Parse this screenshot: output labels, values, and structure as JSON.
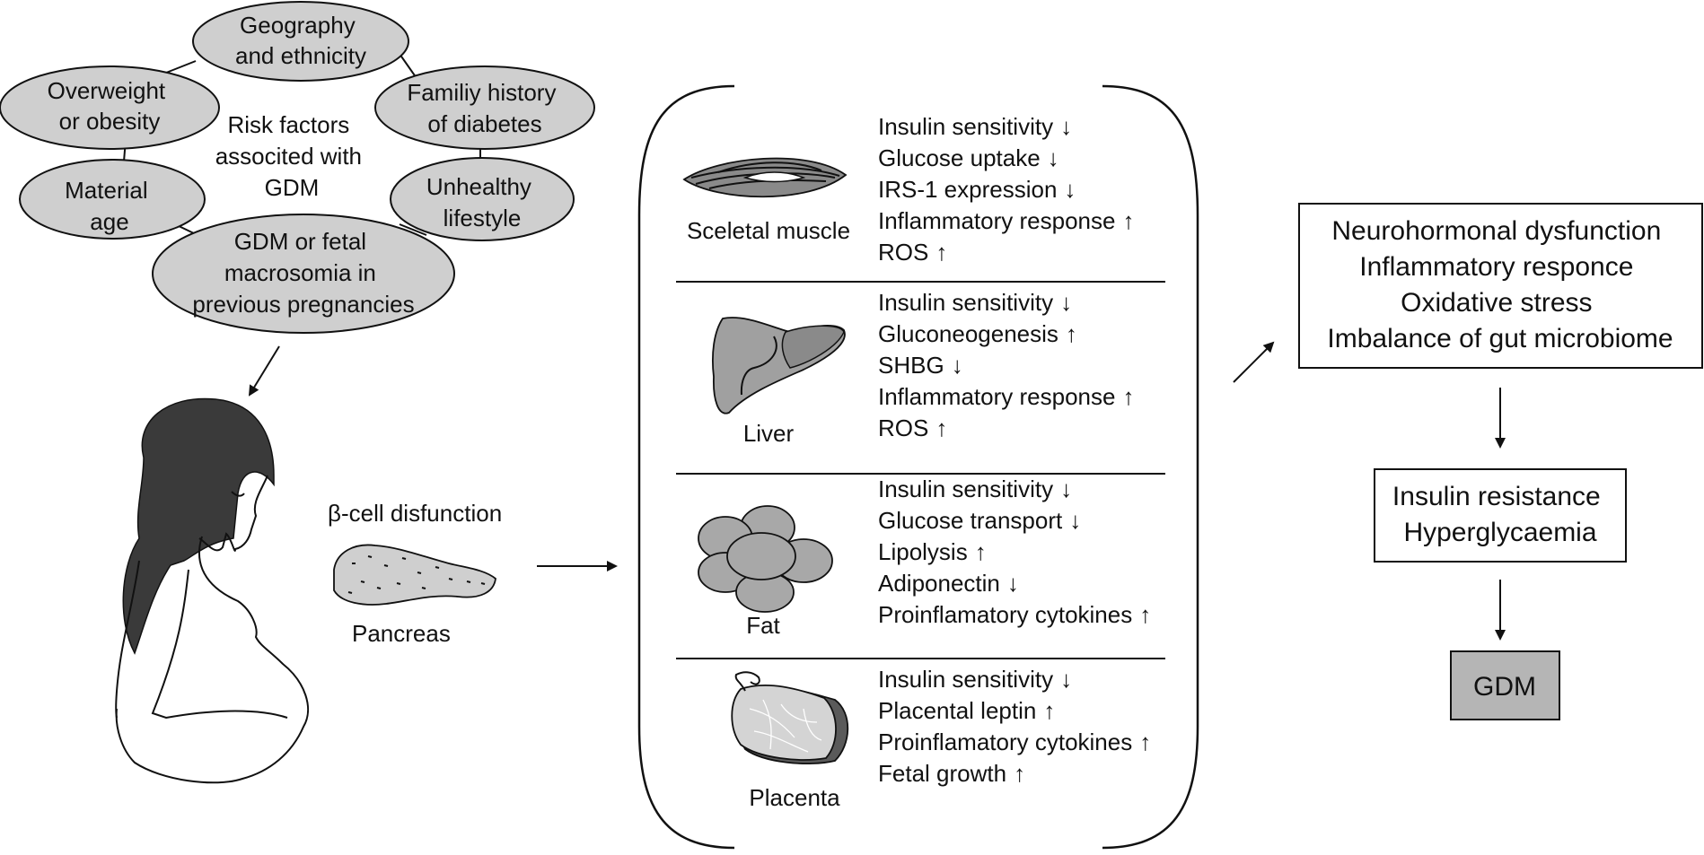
{
  "risk_factors": {
    "center_lines": [
      "Risk factors",
      "associted with",
      "GDM"
    ],
    "geography": [
      "Geography",
      "and ethnicity"
    ],
    "overweight": [
      "Overweight",
      "or obesity"
    ],
    "family": [
      "Familiy history",
      "of diabetes"
    ],
    "material_age": [
      "Material",
      "age"
    ],
    "lifestyle": [
      "Unhealthy",
      "lifestyle"
    ],
    "previous": [
      "GDM or fetal",
      "macrosomia in",
      "previous pregnancies"
    ]
  },
  "pancreas": {
    "title": "β-cell disfunction",
    "label": "Pancreas"
  },
  "organs": [
    {
      "name": "Sceletal muscle",
      "effects": [
        {
          "text": "Insulin sensitivity",
          "arrow": "↓"
        },
        {
          "text": "Glucose uptake",
          "arrow": "↓"
        },
        {
          "text": "IRS-1 expression",
          "arrow": "↓"
        },
        {
          "text": "Inflammatory response",
          "arrow": "↑"
        },
        {
          "text": "ROS",
          "arrow": "↑"
        }
      ]
    },
    {
      "name": "Liver",
      "effects": [
        {
          "text": "Insulin sensitivity",
          "arrow": "↓"
        },
        {
          "text": "Gluconeogenesis",
          "arrow": "↑"
        },
        {
          "text": "SHBG",
          "arrow": "↓"
        },
        {
          "text": "Inflammatory response",
          "arrow": "↑"
        },
        {
          "text": "ROS",
          "arrow": "↑"
        }
      ]
    },
    {
      "name": "Fat",
      "effects": [
        {
          "text": "Insulin sensitivity",
          "arrow": "↓"
        },
        {
          "text": "Glucose transport",
          "arrow": "↓"
        },
        {
          "text": "Lipolysis",
          "arrow": "↑"
        },
        {
          "text": "Adiponectin",
          "arrow": "↓"
        },
        {
          "text": "Proinflamatory cytokines",
          "arrow": "↑"
        }
      ]
    },
    {
      "name": "Placenta",
      "effects": [
        {
          "text": "Insulin sensitivity",
          "arrow": "↓"
        },
        {
          "text": "Placental leptin",
          "arrow": "↑"
        },
        {
          "text": "Proinflamatory cytokines",
          "arrow": "↑"
        },
        {
          "text": "Fetal growth",
          "arrow": "↑"
        }
      ]
    }
  ],
  "mechanisms": [
    "Neurohormonal dysfunction",
    "Inflammatory responce",
    "Oxidative stress",
    "Imbalance of gut microbiome"
  ],
  "outcomes": [
    "Insulin resistance",
    "Hyperglycaemia"
  ],
  "final": "GDM",
  "colors": {
    "ellipse_fill": "#cfcfcf",
    "hair": "#3a3a3a",
    "organ_dark": "#8a8a8a",
    "organ_mid": "#a8a8a8",
    "placenta_fill": "#d4d4d4",
    "final_fill": "#b5b5b5"
  }
}
